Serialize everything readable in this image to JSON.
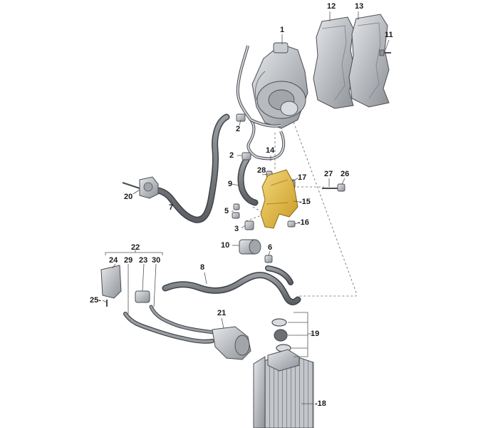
{
  "callouts": {
    "p1": "1",
    "p2a": "2",
    "p2b": "2",
    "p3": "3",
    "p5": "5",
    "p6": "6",
    "p7": "7",
    "p8": "8",
    "p9": "9",
    "p10": "10",
    "p11": "11",
    "p12": "12",
    "p13": "13",
    "p14": "14",
    "p15": "-15",
    "p16": "-16",
    "p17": "17",
    "p18": "-18",
    "p19": "19",
    "p20": "20",
    "p21": "21",
    "p22": "22",
    "p23": "23",
    "p24": "24",
    "p25": "25-",
    "p26": "26",
    "p27": "27",
    "p28": "28",
    "p29": "29",
    "p30": "30"
  },
  "colors": {
    "part_fill": "#c9ccd0",
    "part_stroke": "#4a4d52",
    "highlight_fill": "#e8c45a",
    "highlight_stroke": "#8a6a10",
    "leader": "#555555",
    "dashed_leader": "#6a6a6a"
  }
}
